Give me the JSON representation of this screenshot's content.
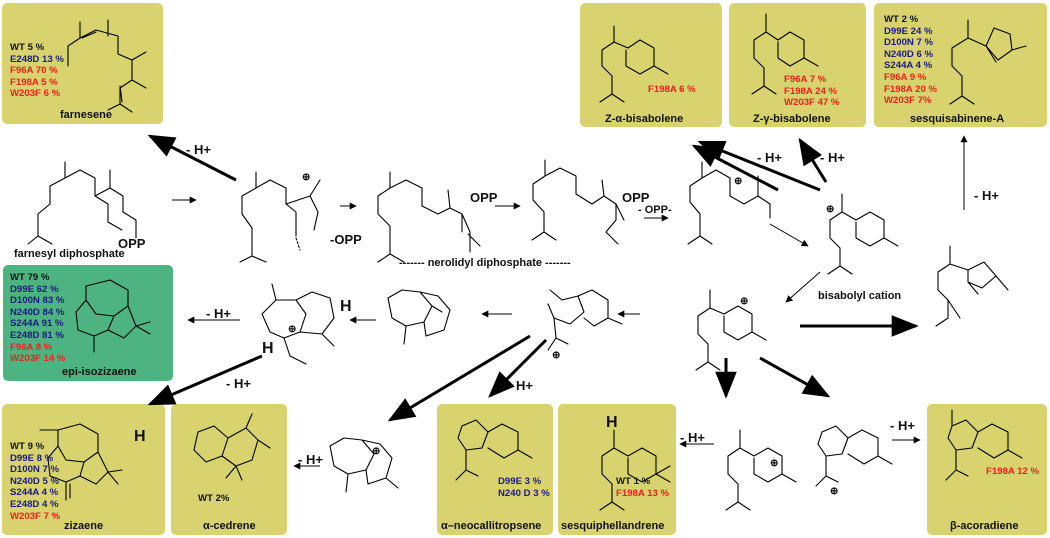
{
  "products": {
    "farnesene": {
      "name": "farnesene",
      "yields": [
        {
          "text": "WT 5 %",
          "tone": "wt"
        },
        {
          "text": "E248D 13 %",
          "tone": "blue"
        },
        {
          "text": "F96A 70 %",
          "tone": "red"
        },
        {
          "text": "F198A 5 %",
          "tone": "red"
        },
        {
          "text": "W203F 6 %",
          "tone": "red"
        }
      ]
    },
    "z_alpha_bisabolene": {
      "name": "Z-α-bisabolene",
      "yields": [
        {
          "text": "F198A 6 %",
          "tone": "red"
        }
      ]
    },
    "z_gamma_bisabolene": {
      "name": "Z-γ-bisabolene",
      "yields": [
        {
          "text": "F96A 7 %",
          "tone": "red"
        },
        {
          "text": "F198A 24 %",
          "tone": "red"
        },
        {
          "text": "W203F 47 %",
          "tone": "red"
        }
      ]
    },
    "sesquisabinene_a": {
      "name": "sesquisabinene-A",
      "yields": [
        {
          "text": "WT 2 %",
          "tone": "wt"
        },
        {
          "text": "D99E 24 %",
          "tone": "blue"
        },
        {
          "text": "D100N 7 %",
          "tone": "blue"
        },
        {
          "text": "N240D 6 %",
          "tone": "blue"
        },
        {
          "text": "S244A 4 %",
          "tone": "blue"
        },
        {
          "text": "F96A 9 %",
          "tone": "red"
        },
        {
          "text": "F198A 20 %",
          "tone": "red"
        },
        {
          "text": "W203F 7%",
          "tone": "red"
        }
      ]
    },
    "epi_isozizaene": {
      "name": "epi-isozizaene",
      "yields": [
        {
          "text": "WT 79 %",
          "tone": "wt"
        },
        {
          "text": "D99E 62 %",
          "tone": "blue"
        },
        {
          "text": "D100N 83 %",
          "tone": "blue"
        },
        {
          "text": "N240D 84 %",
          "tone": "blue"
        },
        {
          "text": "S244A 91 %",
          "tone": "blue"
        },
        {
          "text": "E248D 81 %",
          "tone": "blue"
        },
        {
          "text": "F96A 8 %",
          "tone": "red"
        },
        {
          "text": "W203F 14 %",
          "tone": "red"
        }
      ]
    },
    "zizaene": {
      "name": "zizaene",
      "yields": [
        {
          "text": "WT 9 %",
          "tone": "wt"
        },
        {
          "text": "D99E 8 %",
          "tone": "blue"
        },
        {
          "text": "D100N 7 %",
          "tone": "blue"
        },
        {
          "text": "N240D 5 %",
          "tone": "blue"
        },
        {
          "text": "S244A 4 %",
          "tone": "blue"
        },
        {
          "text": "E248D 4 %",
          "tone": "blue"
        },
        {
          "text": "W203F 7 %",
          "tone": "red"
        }
      ]
    },
    "alpha_cedrene": {
      "name": "α-cedrene",
      "yields": [
        {
          "text": "WT 2%",
          "tone": "wt"
        }
      ]
    },
    "alpha_neocallitropsene": {
      "name": "α–neocallitropsene",
      "yields": [
        {
          "text": "D99E 3 %",
          "tone": "blue"
        },
        {
          "text": "N240 D 3 %",
          "tone": "blue"
        }
      ]
    },
    "sesquiphellandrene": {
      "name": "sesquiphellandrene",
      "yields": [
        {
          "text": "WT 1 %",
          "tone": "wt"
        },
        {
          "text": "F198A 13 %",
          "tone": "red"
        }
      ]
    },
    "beta_acoradiene": {
      "name": "β-acoradiene",
      "yields": [
        {
          "text": "F198A 12 %",
          "tone": "red"
        }
      ]
    }
  },
  "labels": {
    "fpp": "farnesyl diphosphate",
    "npp": "------- nerolidyl diphosphate -------",
    "bisabolyl": "bisabolyl cation",
    "opp": "OPP",
    "neg_opp": "-OPP",
    "minus_opp": "- OPP-",
    "minus_h": "- H+",
    "h": "H",
    "cation": "⊕"
  },
  "colors": {
    "box_yellow": "#d8d36e",
    "box_green": "#4db481",
    "mutant_blue": "#1a1a80",
    "mutant_red": "#e8231b"
  }
}
